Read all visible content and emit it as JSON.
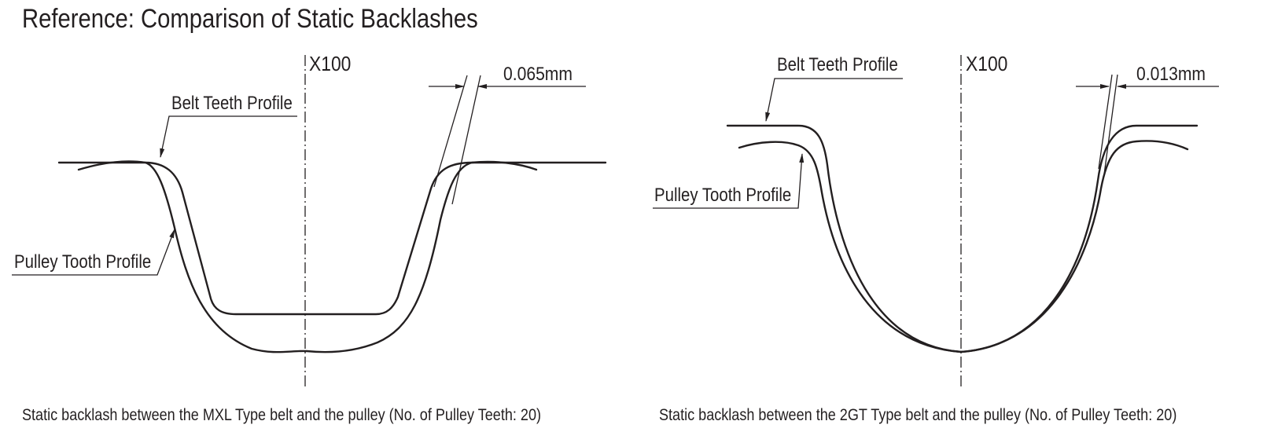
{
  "title": "Reference: Comparison of Static Backlashes",
  "diagrams": [
    {
      "scale_label": "X100",
      "backlash_value": "0.065mm",
      "belt_label": "Belt Teeth Profile",
      "pulley_label": "Pulley Tooth Profile",
      "caption": "Static backlash between the MXL Type belt and the pulley (No. of Pulley Teeth: 20)"
    },
    {
      "scale_label": "X100",
      "backlash_value": "0.013mm",
      "belt_label": "Belt Teeth Profile",
      "pulley_label": "Pulley Tooth Profile",
      "caption": "Static backlash between the 2GT Type belt and the pulley (No. of Pulley Teeth: 20)"
    }
  ]
}
